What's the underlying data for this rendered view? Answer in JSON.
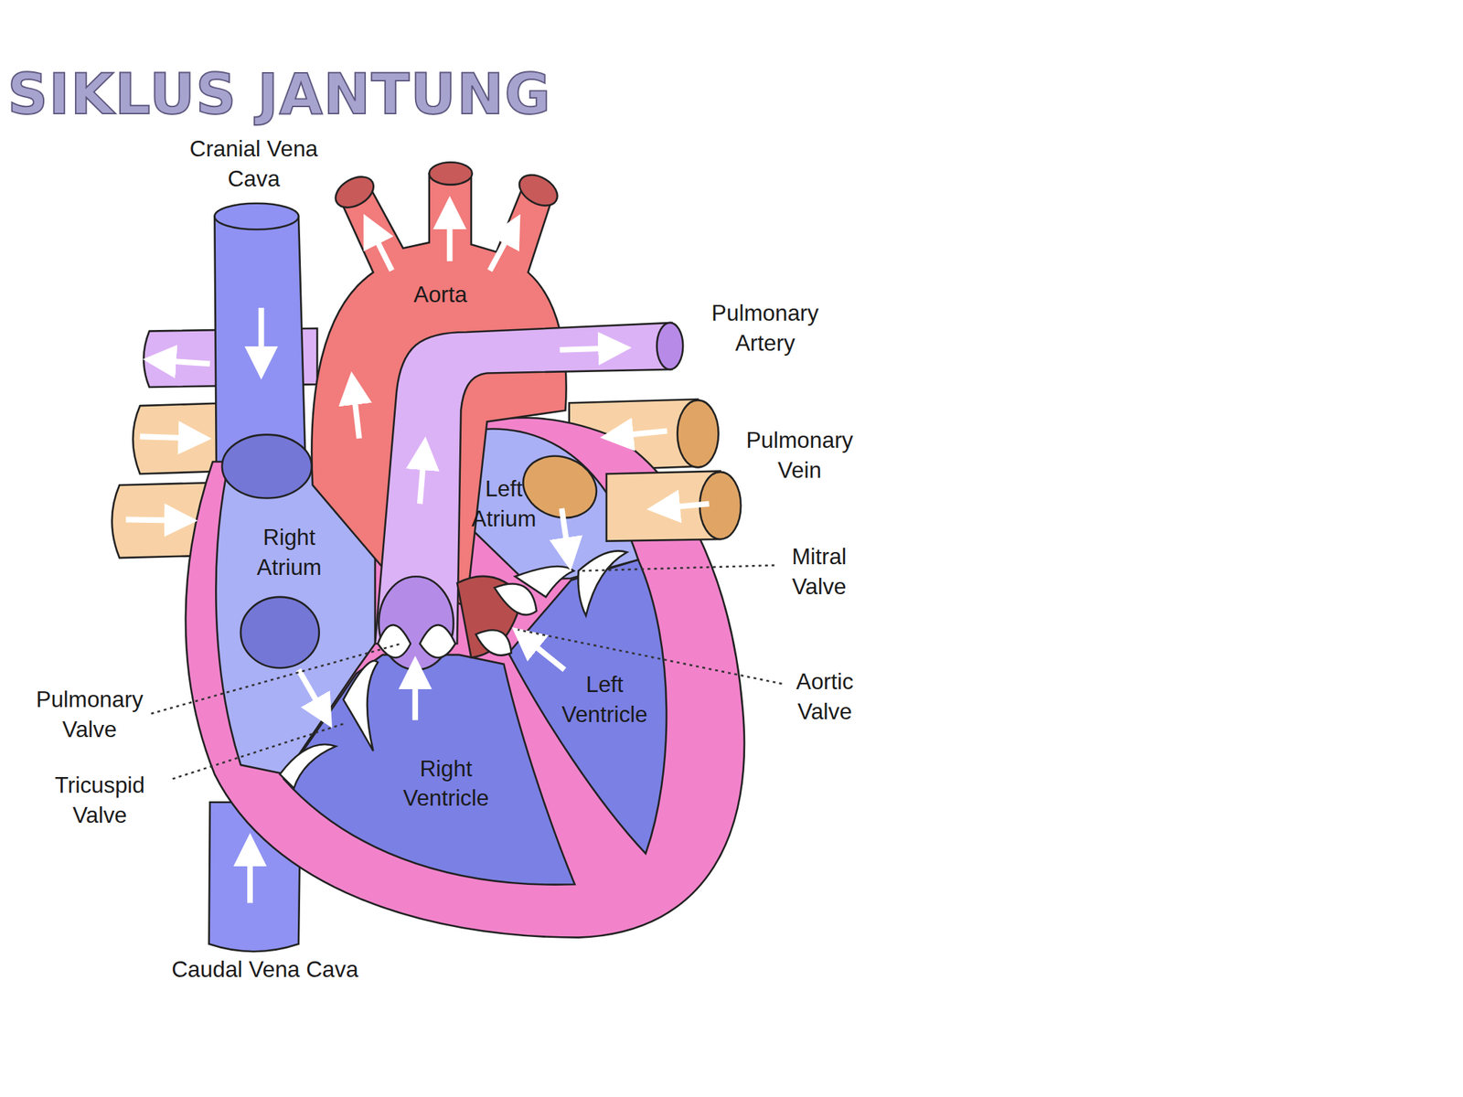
{
  "diagram": {
    "title": "SIKLUS JANTUNG",
    "labels": [
      "Cranial Vena Cava",
      "Aorta",
      "Pulmonary Artery",
      "Pulmonary Vein",
      "Left Atrium",
      "Right Atrium",
      "Mitral Valve",
      "Aortic Valve",
      "Left Ventricle",
      "Pulmonary Valve",
      "Tricuspid Valve",
      "Right Ventricle",
      "Caudal Vena Cava"
    ]
  }
}
